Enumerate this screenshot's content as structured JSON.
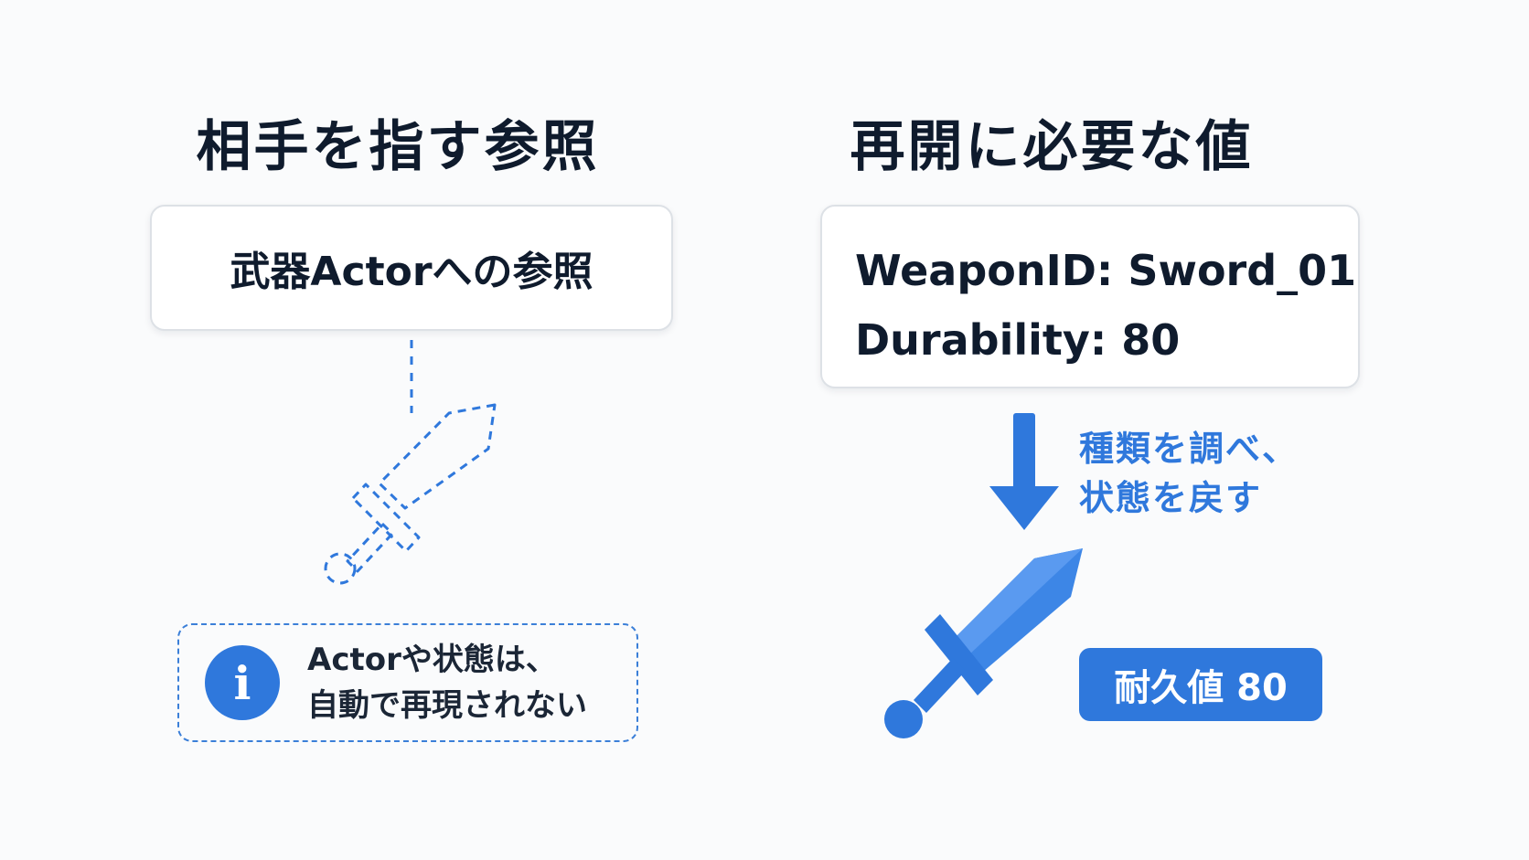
{
  "left": {
    "title": "相手を指す参照",
    "reference_label": "武器Actorへの参照",
    "note_line1": "Actorや状態は、",
    "note_line2": "自動で再現されない",
    "info_icon_glyph": "i",
    "icons": {
      "reference_link": "dashed-connector",
      "sword": "sword-outline-dashed-icon",
      "info": "info-icon"
    }
  },
  "right": {
    "title": "再開に必要な値",
    "fields": [
      {
        "key": "WeaponID:",
        "value": "Sword_01"
      },
      {
        "key": "Durability:",
        "value": "80"
      }
    ],
    "arrow_note_line1": "種類を調べ、",
    "arrow_note_line2": "状態を戻す",
    "badge": "耐久値 80",
    "icons": {
      "arrow": "arrow-down-icon",
      "sword": "sword-solid-icon"
    }
  },
  "colors": {
    "accent": "#2f78dc",
    "text": "#0f1b2d",
    "card_border": "#dde1e6",
    "background": "#fafbfc"
  }
}
